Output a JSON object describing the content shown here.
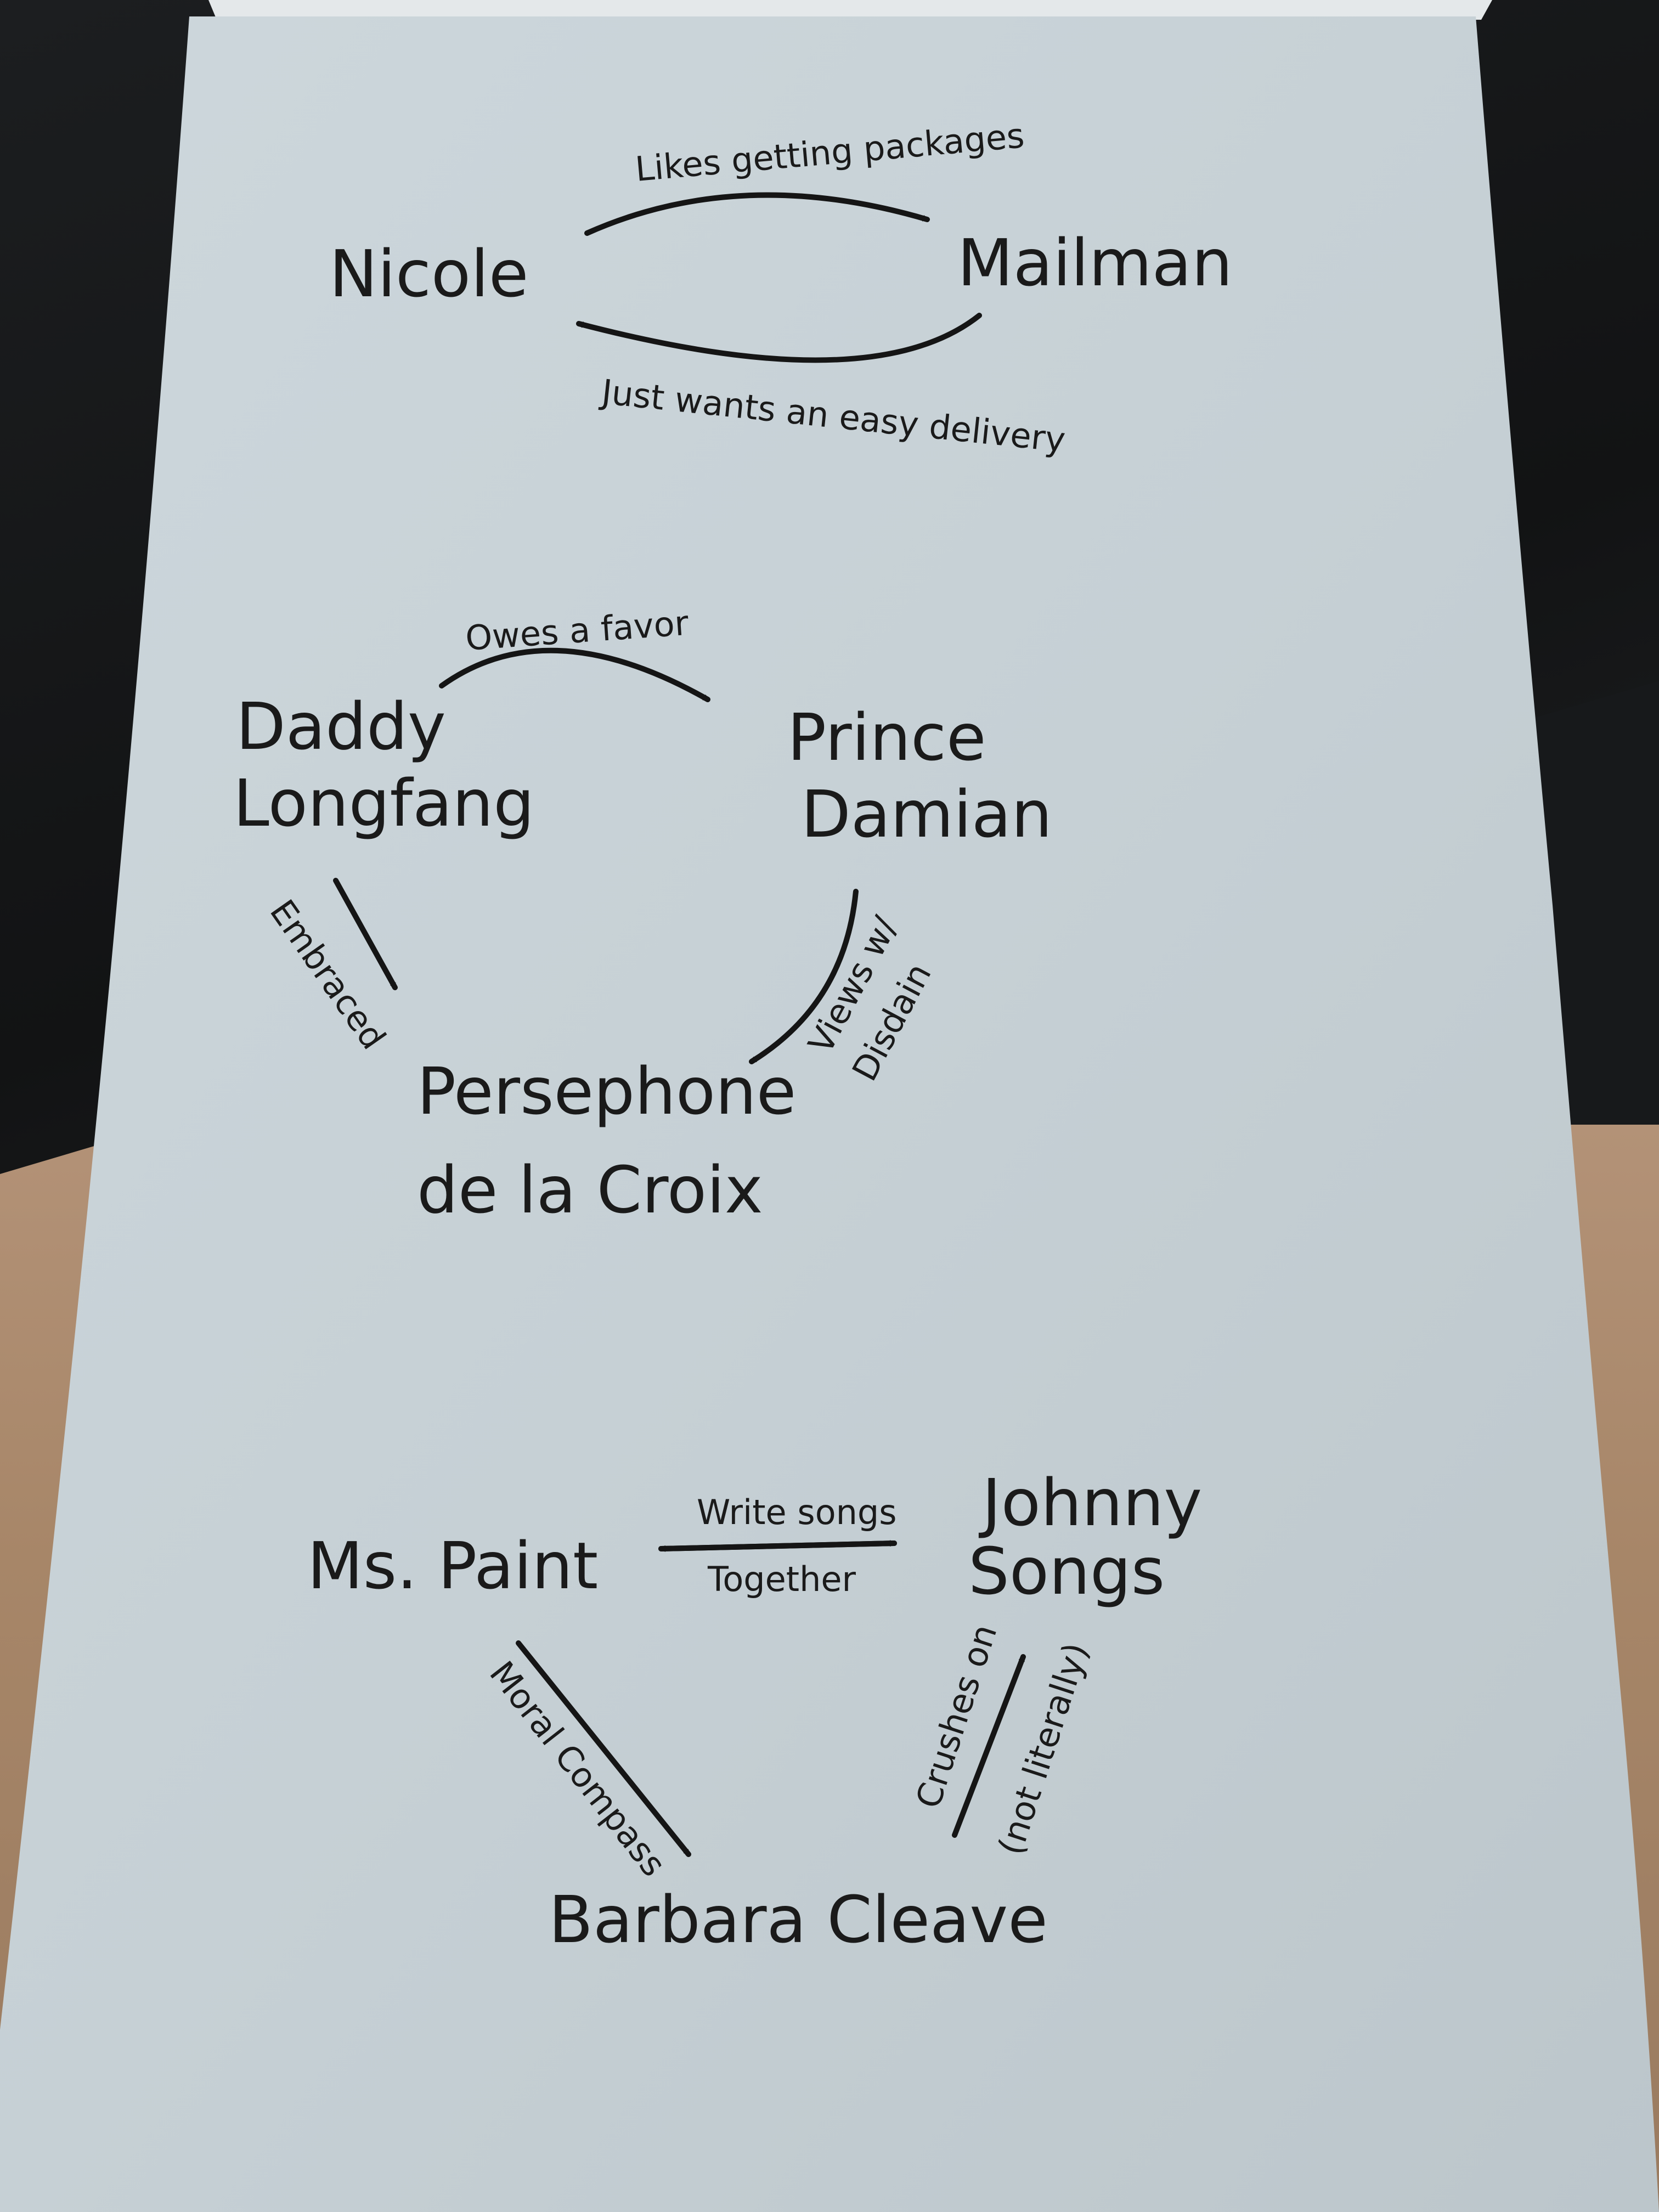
{
  "diagram": {
    "groups": [
      {
        "nodes": [
          "Nicole",
          "Mailman"
        ],
        "edges": [
          {
            "from": "Nicole",
            "to": "Mailman",
            "label": "Likes getting packages"
          },
          {
            "from": "Mailman",
            "to": "Nicole",
            "label": "Just wants an easy delivery"
          }
        ]
      },
      {
        "nodes": [
          "Daddy Longfang",
          "Prince Damian",
          "Persephone de la Croix"
        ],
        "edges": [
          {
            "from": "Daddy Longfang",
            "to": "Prince Damian",
            "label": "Owes a favor"
          },
          {
            "from": "Daddy Longfang",
            "to": "Persephone de la Croix",
            "label": "Embraced"
          },
          {
            "from": "Prince Damian",
            "to": "Persephone de la Croix",
            "label": "Views w/ Disdain"
          }
        ]
      },
      {
        "nodes": [
          "Ms. Paint",
          "Johnny Songs",
          "Barbara Cleave"
        ],
        "edges": [
          {
            "from": "Ms. Paint",
            "to": "Johnny Songs",
            "label": "Write songs Together",
            "bidirectional": true
          },
          {
            "from": "Ms. Paint",
            "to": "Barbara Cleave",
            "label": "Moral Compass"
          },
          {
            "from": "Barbara Cleave",
            "to": "Johnny Songs",
            "label": "Crushes on (not literally)"
          }
        ]
      }
    ]
  },
  "text": {
    "nicole": "Nicole",
    "mailman": "Mailman",
    "likes_packages": "Likes getting packages",
    "easy_delivery": "Just wants an easy delivery",
    "daddy": "Daddy",
    "longfang": "Longfang",
    "prince": "Prince",
    "damian": "Damian",
    "persephone": "Persephone",
    "de_la_croix": "de la Croix",
    "owes_favor": "Owes a favor",
    "embraced": "Embraced",
    "views_w": "Views w/",
    "disdain": "Disdain",
    "ms_paint": "Ms. Paint",
    "johnny": "Johnny",
    "songs": "Songs",
    "write_songs": "Write songs",
    "together": "Together",
    "moral_compass": "Moral Compass",
    "crushes_on": "Crushes on",
    "not_literally": "(not literally)",
    "barbara_cleave": "Barbara Cleave"
  },
  "colors": {
    "paper": "#c9d3d8",
    "ink": "#151515",
    "desk_dark": "#17191b",
    "desk_wood": "#a98a6e"
  }
}
